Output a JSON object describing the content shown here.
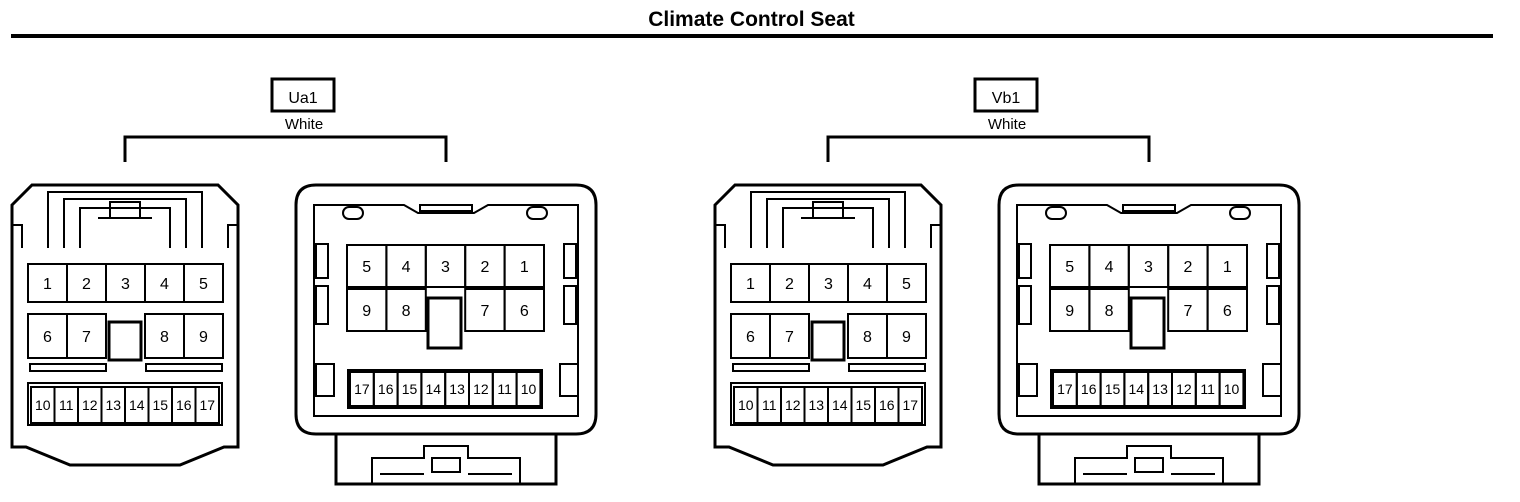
{
  "title": "Climate Control Seat",
  "groups": [
    {
      "id": "Ua1",
      "code": "Ua1",
      "color": "White",
      "male_pins": {
        "row1": [
          "1",
          "2",
          "3",
          "4",
          "5"
        ],
        "row2": [
          "6",
          "7",
          "",
          "8",
          "9"
        ],
        "row3": [
          "10",
          "11",
          "12",
          "13",
          "14",
          "15",
          "16",
          "17"
        ]
      },
      "female_pins": {
        "row1": [
          "5",
          "4",
          "3",
          "2",
          "1"
        ],
        "row2": [
          "9",
          "8",
          "",
          "7",
          "6"
        ],
        "row3": [
          "17",
          "16",
          "15",
          "14",
          "13",
          "12",
          "11",
          "10"
        ]
      }
    },
    {
      "id": "Vb1",
      "code": "Vb1",
      "color": "White",
      "male_pins": {
        "row1": [
          "1",
          "2",
          "3",
          "4",
          "5"
        ],
        "row2": [
          "6",
          "7",
          "",
          "8",
          "9"
        ],
        "row3": [
          "10",
          "11",
          "12",
          "13",
          "14",
          "15",
          "16",
          "17"
        ]
      },
      "female_pins": {
        "row1": [
          "5",
          "4",
          "3",
          "2",
          "1"
        ],
        "row2": [
          "9",
          "8",
          "",
          "7",
          "6"
        ],
        "row3": [
          "17",
          "16",
          "15",
          "14",
          "13",
          "12",
          "11",
          "10"
        ]
      }
    }
  ]
}
